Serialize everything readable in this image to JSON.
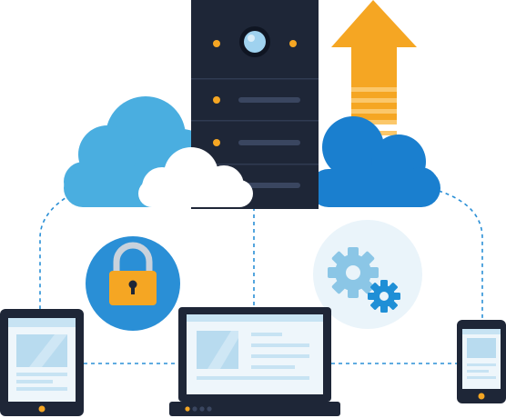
{
  "diagram": {
    "nodes": [
      {
        "id": "server-rack",
        "kind": "server",
        "icon": "server-icon"
      },
      {
        "id": "cloud-left",
        "kind": "cloud",
        "icon": "cloud-icon"
      },
      {
        "id": "cloud-center",
        "kind": "cloud",
        "icon": "cloud-icon"
      },
      {
        "id": "cloud-right",
        "kind": "cloud",
        "icon": "cloud-icon"
      },
      {
        "id": "upload-arrow",
        "kind": "arrow",
        "icon": "upload-arrow-icon"
      },
      {
        "id": "security-badge",
        "kind": "badge",
        "icon": "padlock-icon"
      },
      {
        "id": "settings-badge",
        "kind": "badge",
        "icon": "gears-icon"
      },
      {
        "id": "tablet",
        "kind": "device",
        "icon": "tablet-icon"
      },
      {
        "id": "laptop",
        "kind": "device",
        "icon": "laptop-icon"
      },
      {
        "id": "smartphone",
        "kind": "device",
        "icon": "smartphone-icon"
      }
    ],
    "edges": [
      {
        "from": "cloud-left",
        "to": "tablet",
        "style": "dashed"
      },
      {
        "from": "cloud-right",
        "to": "smartphone",
        "style": "dashed"
      },
      {
        "from": "server-rack",
        "to": "laptop",
        "style": "dashed"
      },
      {
        "from": "tablet",
        "to": "laptop",
        "style": "dashed"
      },
      {
        "from": "laptop",
        "to": "smartphone",
        "style": "dashed"
      }
    ]
  },
  "colors": {
    "light_blue": "#4aaee0",
    "mid_blue": "#2a8fd6",
    "dark_blue": "#1a7fcf",
    "navy": "#1e2637",
    "navy_panel": "#263043",
    "orange": "#f5a623",
    "orange_light": "#fbc76a",
    "screen_bg": "#eef6fb",
    "screen_block": "#b8dbef",
    "screen_line": "#c7e3f3",
    "badge_bg": "#eaf4fa",
    "gear": "#8bc6e6",
    "gear_dark": "#1f8fd6",
    "dashed_line": "#2a8fd6"
  }
}
